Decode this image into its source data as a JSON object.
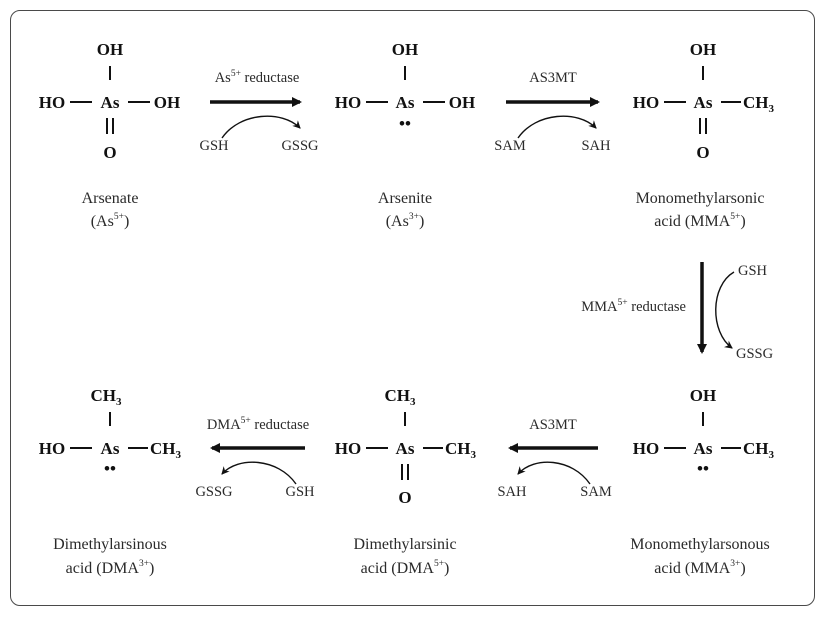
{
  "compounds": {
    "arsenate": {
      "top": "OH",
      "left": "HO",
      "center": "As",
      "right": "OH",
      "bottom": "O",
      "name": "Arsenate",
      "label_pre": "(As",
      "label_sup": "5+",
      "label_post": ")"
    },
    "arsenite": {
      "top": "OH",
      "left": "HO",
      "center": "As",
      "right": "OH",
      "bottom": "••",
      "name": "Arsenite",
      "label_pre": "(As",
      "label_sup": "3+",
      "label_post": ")"
    },
    "mma5": {
      "top": "OH",
      "left": "HO",
      "center": "As",
      "right": "CH",
      "right_sub": "3",
      "bottom": "O",
      "name": "Monomethylarsonic",
      "label_pre": "acid (MMA",
      "label_sup": "5+",
      "label_post": ")"
    },
    "mma3": {
      "top": "OH",
      "left": "HO",
      "center": "As",
      "right": "CH",
      "right_sub": "3",
      "bottom": "••",
      "name": "Monomethylarsonous",
      "label_pre": "acid (MMA",
      "label_sup": "3+",
      "label_post": ")"
    },
    "dma5": {
      "top": "CH",
      "top_sub": "3",
      "left": "HO",
      "center": "As",
      "right": "CH",
      "right_sub": "3",
      "bottom": "O",
      "name": "Dimethylarsinic",
      "label_pre": "acid (DMA",
      "label_sup": "5+",
      "label_post": ")"
    },
    "dma3": {
      "top": "CH",
      "top_sub": "3",
      "left": "HO",
      "center": "As",
      "right": "CH",
      "right_sub": "3",
      "bottom": "••",
      "name": "Dimethylarsinous",
      "label_pre": "acid (DMA",
      "label_sup": "3+",
      "label_post": ")"
    }
  },
  "reactions": {
    "r1": {
      "enzyme_pre": "As",
      "enzyme_sup": "5+",
      "enzyme_post": " reductase",
      "cosub_in": "GSH",
      "cosub_out": "GSSG"
    },
    "r2": {
      "enzyme": "AS3MT",
      "cosub_in": "SAM",
      "cosub_out": "SAH"
    },
    "r3": {
      "enzyme_pre": "MMA",
      "enzyme_sup": "5+",
      "enzyme_post": " reductase",
      "cosub_in": "GSH",
      "cosub_out": "GSSG"
    },
    "r4": {
      "enzyme": "AS3MT",
      "cosub_in": "SAM",
      "cosub_out": "SAH"
    },
    "r5": {
      "enzyme_pre": "DMA",
      "enzyme_sup": "5+",
      "enzyme_post": " reductase",
      "cosub_in": "GSH",
      "cosub_out": "GSSG"
    }
  }
}
